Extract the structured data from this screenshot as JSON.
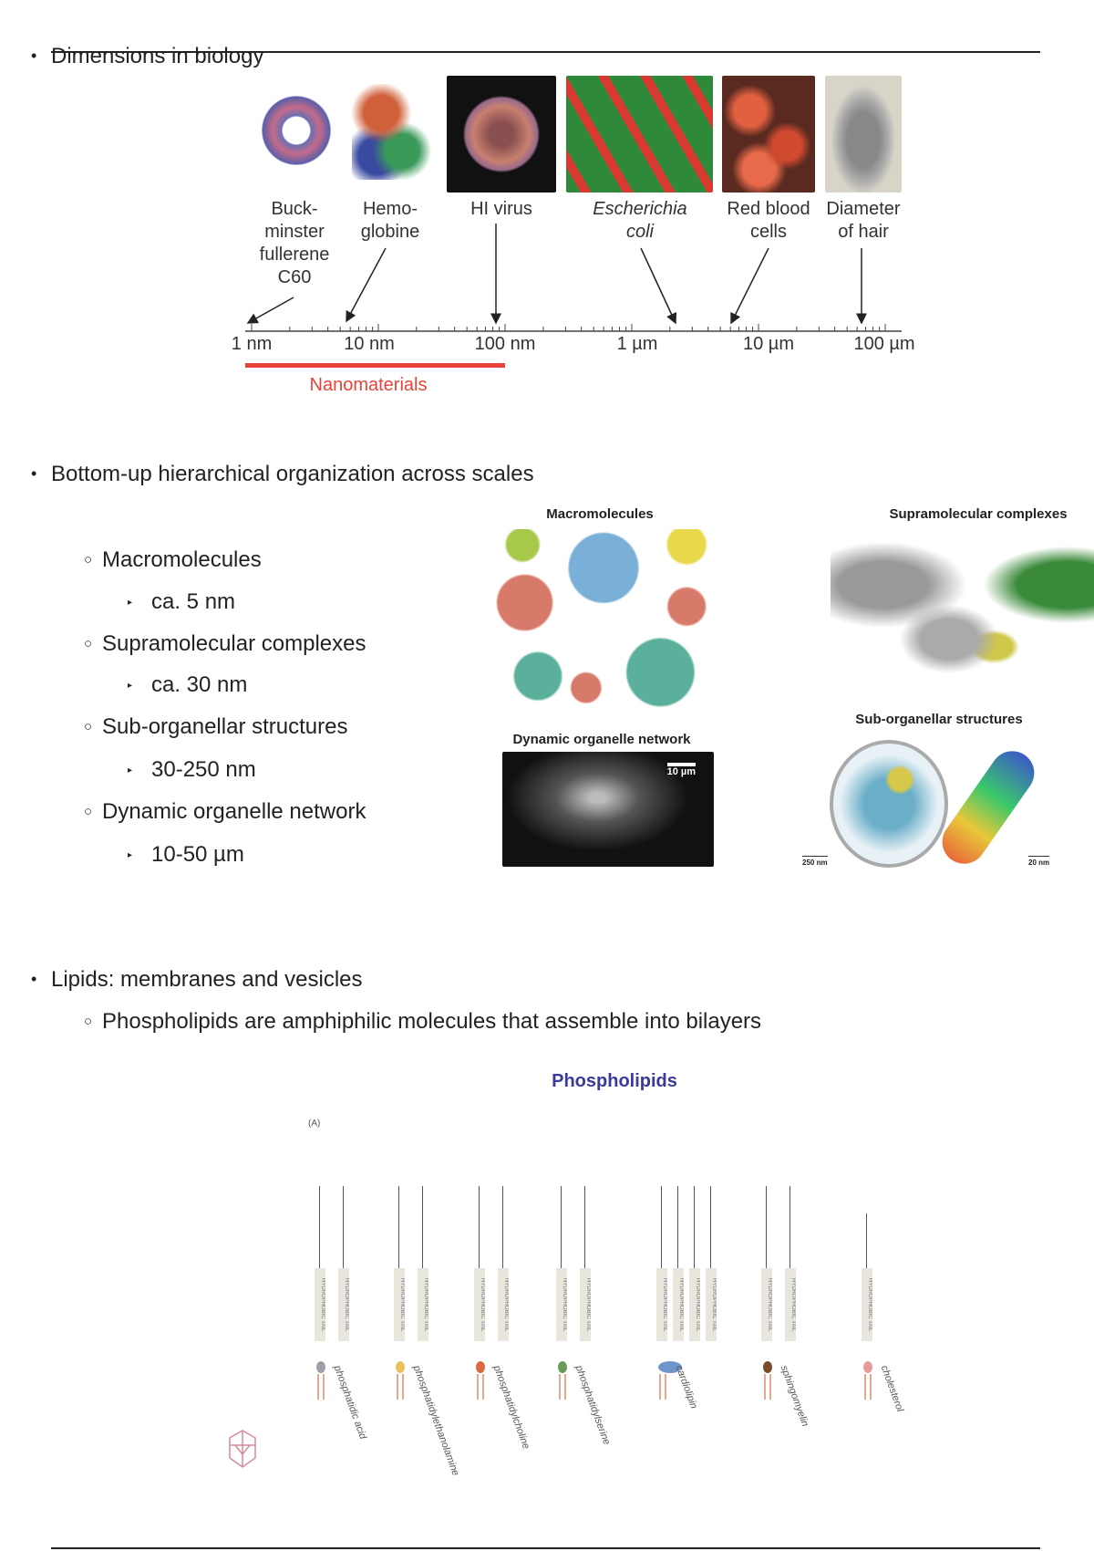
{
  "section1": {
    "bullet": "Dimensions in biology",
    "items": [
      {
        "label": "Buck-\nminster\nfullerene\nC60",
        "icon": "buckminsterfullerene-image"
      },
      {
        "label": "Hemo-\nglobine",
        "icon": "hemoglobin-image"
      },
      {
        "label": "HI virus",
        "icon": "hiv-image"
      },
      {
        "label": "Escherichia\ncoli",
        "icon": "ecoli-image"
      },
      {
        "label": "Red blood\ncells",
        "icon": "red-blood-cells-image"
      },
      {
        "label": "Diameter\nof hair",
        "icon": "hair-image"
      }
    ],
    "axis_ticks": [
      "1 nm",
      "10 nm",
      "100 nm",
      "1 µm",
      "10 µm",
      "100 µm"
    ],
    "nanomaterials_label": "Nanomaterials",
    "nanomaterials_color": "#e8423a"
  },
  "section2": {
    "bullet": "Bottom-up hierarchical organization across scales",
    "levels": [
      {
        "name": "Macromolecules",
        "size": "ca. 5 nm"
      },
      {
        "name": "Supramolecular complexes",
        "size": "ca. 30 nm"
      },
      {
        "name": "Sub-organellar structures",
        "size": "30-250 nm"
      },
      {
        "name": "Dynamic organelle network",
        "size": "10-50 µm"
      }
    ],
    "figures": {
      "macromolecules": "Macromolecules",
      "supramolecular": "Supramolecular complexes",
      "suborganellar": "Sub-organellar structures",
      "dynamic": "Dynamic organelle network",
      "scale_10um": "10 µm",
      "scale_250nm": "250 nm",
      "scale_20nm": "20 nm"
    }
  },
  "section3": {
    "bullet": "Lipids: membranes and vesicles",
    "sub": "Phospholipids are amphiphilic molecules that assemble into bilayers",
    "figure_title": "Phospholipids",
    "title_color": "#3a3a9c",
    "panel": "(A)",
    "tail_label": "HYDROPHOBIC TAIL",
    "lipids": [
      {
        "name": "phosphatidic acid",
        "head_color": "#9aa0a6"
      },
      {
        "name": "phosphatidylethanolamine",
        "head_color": "#e8c15a"
      },
      {
        "name": "phosphatidylcholine",
        "head_color": "#d9693f"
      },
      {
        "name": "phosphatidylserine",
        "head_color": "#6a9a5a"
      },
      {
        "name": "cardiolipin",
        "head_color": "#6f95cc"
      },
      {
        "name": "sphingomyelin",
        "head_color": "#7a4a2a"
      },
      {
        "name": "cholesterol",
        "head_color": "#e89a9a"
      }
    ]
  }
}
